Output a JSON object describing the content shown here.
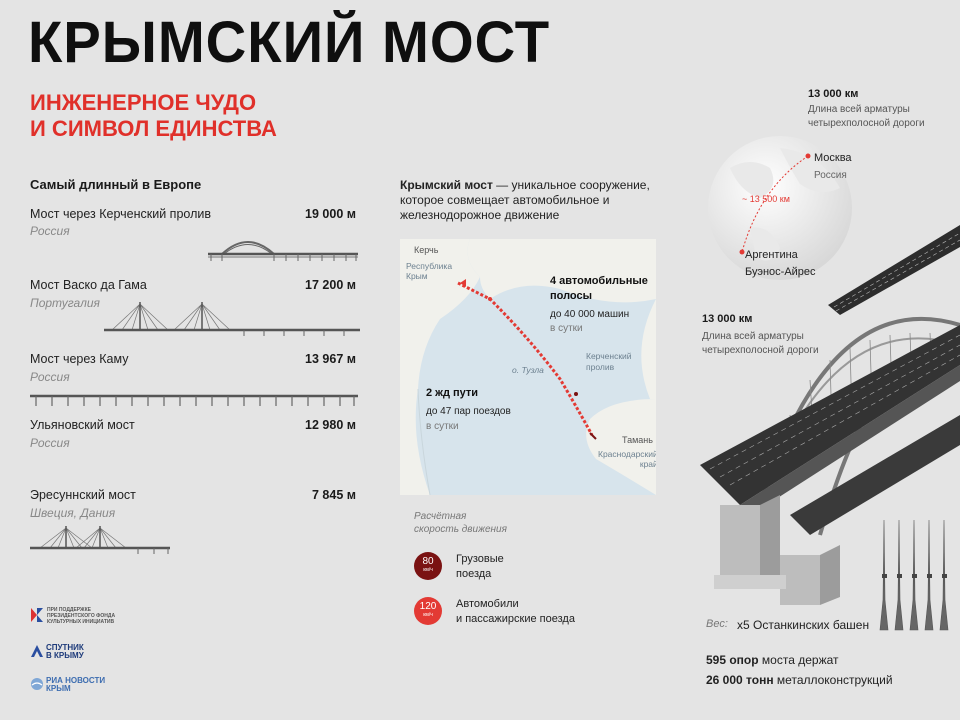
{
  "header": {
    "title": "КРЫМСКИЙ МОСТ",
    "subtitle_line1": "ИНЖЕНЕРНОЕ ЧУДО",
    "subtitle_line2": "И СИМВОЛ ЕДИНСТВА"
  },
  "ranking": {
    "heading": "Самый длинный в Европе",
    "bridges": [
      {
        "name": "Мост через Керченский пролив",
        "country": "Россия",
        "length": "19 000 м"
      },
      {
        "name": "Мост Васко да Гама",
        "country": "Португалия",
        "length": "17 200 м"
      },
      {
        "name": "Мост через Каму",
        "country": "Россия",
        "length": "13 967 м"
      },
      {
        "name": "Ульяновский мост",
        "country": "Россия",
        "length": "12 980 м"
      },
      {
        "name": "Эресуннский мост",
        "country": "Швеция, Дания",
        "length": "7 845 м"
      }
    ]
  },
  "intro": {
    "bold": "Крымский мост",
    "text": " — уникальное сооружение, которое совмещает автомобильное и железнодорожное движение"
  },
  "map": {
    "kerch": "Керчь",
    "crimea": "Республика Крым",
    "road_title_1": "4 автомобильные",
    "road_title_2": "полосы",
    "road_note": "до 40 000 машин",
    "road_note2": "в сутки",
    "strait_1": "Керченский",
    "strait_2": "пролив",
    "tuzla": "о. Тузла",
    "rail_title": "2 жд пути",
    "rail_note": "до 47 пар поездов",
    "rail_note2": "в сутки",
    "taman": "Тамань",
    "krasnodar_1": "Краснодарский",
    "krasnodar_2": "край"
  },
  "speed": {
    "heading_1": "Расчётная",
    "heading_2": "скорость движения",
    "unit": "км/ч",
    "items": [
      {
        "value": "80",
        "label_1": "Грузовые",
        "label_2": "поезда",
        "color": "#7a1212"
      },
      {
        "value": "120",
        "label_1": "Автомобили",
        "label_2": "и пассажирские поезда",
        "color": "#e33a34"
      }
    ]
  },
  "globe": {
    "km": "13 000 км",
    "desc_1": "Длина всей арматуры",
    "desc_2": "четырехполосной дороги",
    "distance": "~ 13 500 км",
    "city1": "Москва",
    "city1_country": "Россия",
    "city2": "Аргентина",
    "city2_city": "Буэнос-Айрес"
  },
  "bridge_info": {
    "km": "13 000 км",
    "desc_1": "Длина всей арматуры",
    "desc_2": "четырехполосной дороги"
  },
  "weight": {
    "label": "Вес:",
    "value": "x5 Останкинских башен"
  },
  "stats": {
    "supports_bold": "595 опор",
    "supports_text": " моста держат",
    "metal_bold": "26 000 тонн",
    "metal_text": " металлоконструкций"
  },
  "logos": {
    "pfki": "ПРИ ПОДДЕРЖКЕ ПРЕЗИДЕНТСКОГО ФОНДА КУЛЬТУРНЫХ ИНИЦИАТИВ",
    "sputnik_1": "СПУТНИК",
    "sputnik_2": "В КРЫМУ",
    "ria_1": "РИА НОВОСТИ",
    "ria_2": "КРЫМ"
  },
  "colors": {
    "accent": "#e0302a",
    "dark_red": "#7a1212",
    "background": "#e4e4e4"
  }
}
